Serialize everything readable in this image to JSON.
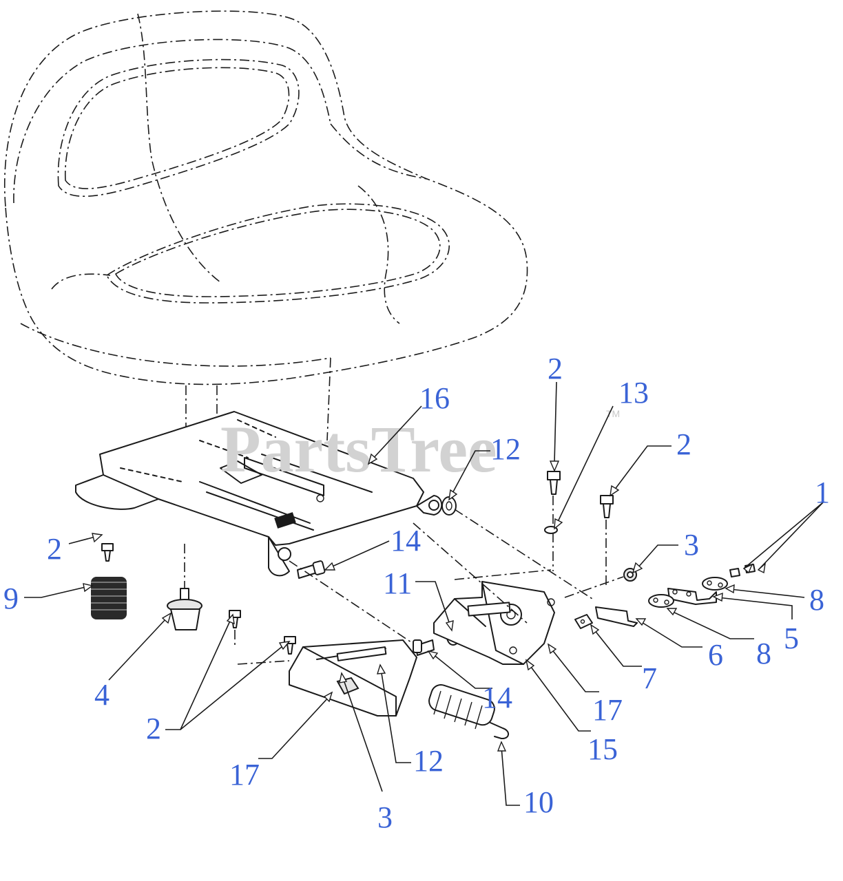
{
  "watermark": {
    "text": "PartsTree",
    "trademark": "TM"
  },
  "callouts": [
    {
      "id": "c1",
      "label": "1"
    },
    {
      "id": "c2a",
      "label": "2"
    },
    {
      "id": "c2b",
      "label": "2"
    },
    {
      "id": "c2c",
      "label": "2"
    },
    {
      "id": "c2d",
      "label": "2"
    },
    {
      "id": "c3a",
      "label": "3"
    },
    {
      "id": "c3b",
      "label": "3"
    },
    {
      "id": "c4",
      "label": "4"
    },
    {
      "id": "c5",
      "label": "5"
    },
    {
      "id": "c6",
      "label": "6"
    },
    {
      "id": "c7",
      "label": "7"
    },
    {
      "id": "c8a",
      "label": "8"
    },
    {
      "id": "c8b",
      "label": "8"
    },
    {
      "id": "c9",
      "label": "9"
    },
    {
      "id": "c10",
      "label": "10"
    },
    {
      "id": "c11",
      "label": "11"
    },
    {
      "id": "c12a",
      "label": "12"
    },
    {
      "id": "c12b",
      "label": "12"
    },
    {
      "id": "c13",
      "label": "13"
    },
    {
      "id": "c14a",
      "label": "14"
    },
    {
      "id": "c14b",
      "label": "14"
    },
    {
      "id": "c15",
      "label": "15"
    },
    {
      "id": "c16",
      "label": "16"
    },
    {
      "id": "c17a",
      "label": "17"
    },
    {
      "id": "c17b",
      "label": "17"
    }
  ]
}
